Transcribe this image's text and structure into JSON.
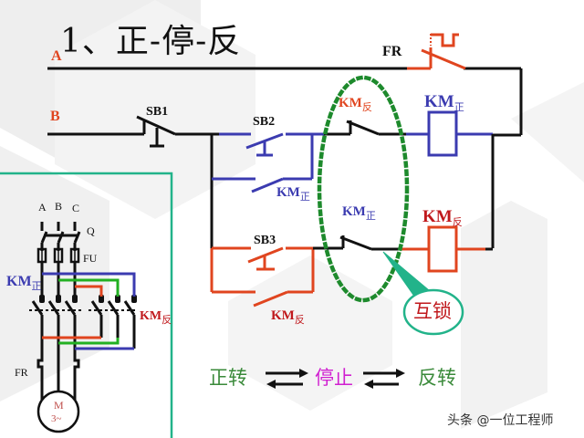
{
  "title": "1、正-停-反",
  "colors": {
    "black": "#111111",
    "blue": "#3b3bb0",
    "red": "#e0451f",
    "dark_red": "#c0181c",
    "green_dotted": "#1d8a2c",
    "teal": "#22b38a",
    "caption_green": "#3a8a3a",
    "caption_magenta": "#d020d0"
  },
  "control_circuit": {
    "phase_a_label": "A",
    "phase_b_label": "B",
    "fr_label": "FR",
    "sb1_label": "SB1",
    "sb2_label": "SB2",
    "sb3_label": "SB3",
    "km_fwd_coil": {
      "main": "KM",
      "sub": "正"
    },
    "km_rev_coil": {
      "main": "KM",
      "sub": "反"
    },
    "km_rev_nc_contact": {
      "main": "KM",
      "sub": "反"
    },
    "km_fwd_nc_contact": {
      "main": "KM",
      "sub": "正"
    },
    "km_fwd_holding": {
      "main": "KM",
      "sub": "正"
    },
    "km_rev_holding": {
      "main": "KM",
      "sub": "反"
    },
    "interlock_callout": "互锁"
  },
  "main_circuit": {
    "phases": [
      "A",
      "B",
      "C"
    ],
    "switch_label": "Q",
    "fuse_label": "FU",
    "km_fwd": {
      "main": "KM",
      "sub": "正"
    },
    "km_rev": {
      "main": "KM",
      "sub": "反"
    },
    "fr_label": "FR",
    "motor": {
      "name": "M",
      "type": "3~"
    }
  },
  "state_flow": {
    "forward": "正转",
    "stop": "停止",
    "reverse": "反转"
  },
  "watermark": "头条 @一位工程师"
}
